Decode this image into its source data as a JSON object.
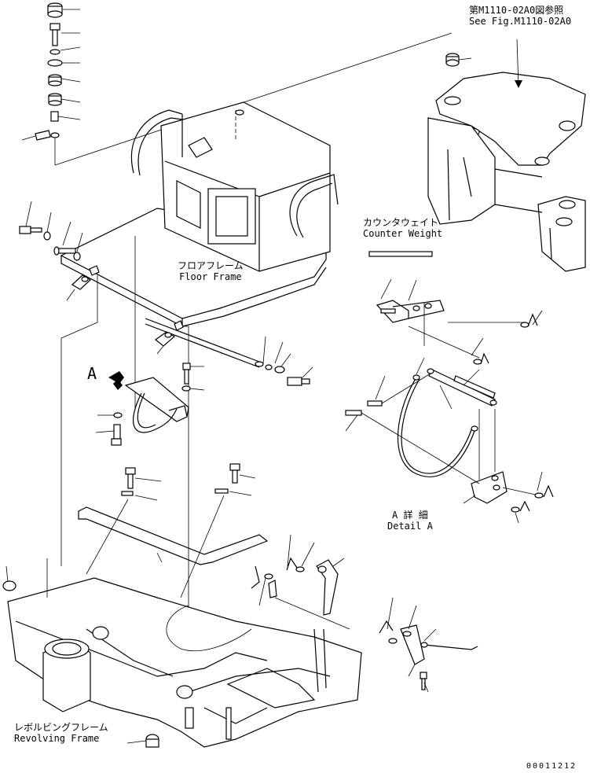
{
  "drawing": {
    "reference_note": {
      "jp": "第M1110-02A0図参照",
      "en": "See Fig.M1110-02A0"
    },
    "labels": {
      "counter_weight": {
        "jp": "カウンタウェイト",
        "en": "Counter Weight"
      },
      "floor_frame": {
        "jp": "フロアフレーム",
        "en": "Floor Frame"
      },
      "detail_a": {
        "jp": "A 詳 細",
        "en": "Detail A"
      },
      "revolving_frame": {
        "jp": "レボルビングフレーム",
        "en": "Revolving Frame"
      }
    },
    "view_callout": "A",
    "serial_number": "00011212"
  }
}
